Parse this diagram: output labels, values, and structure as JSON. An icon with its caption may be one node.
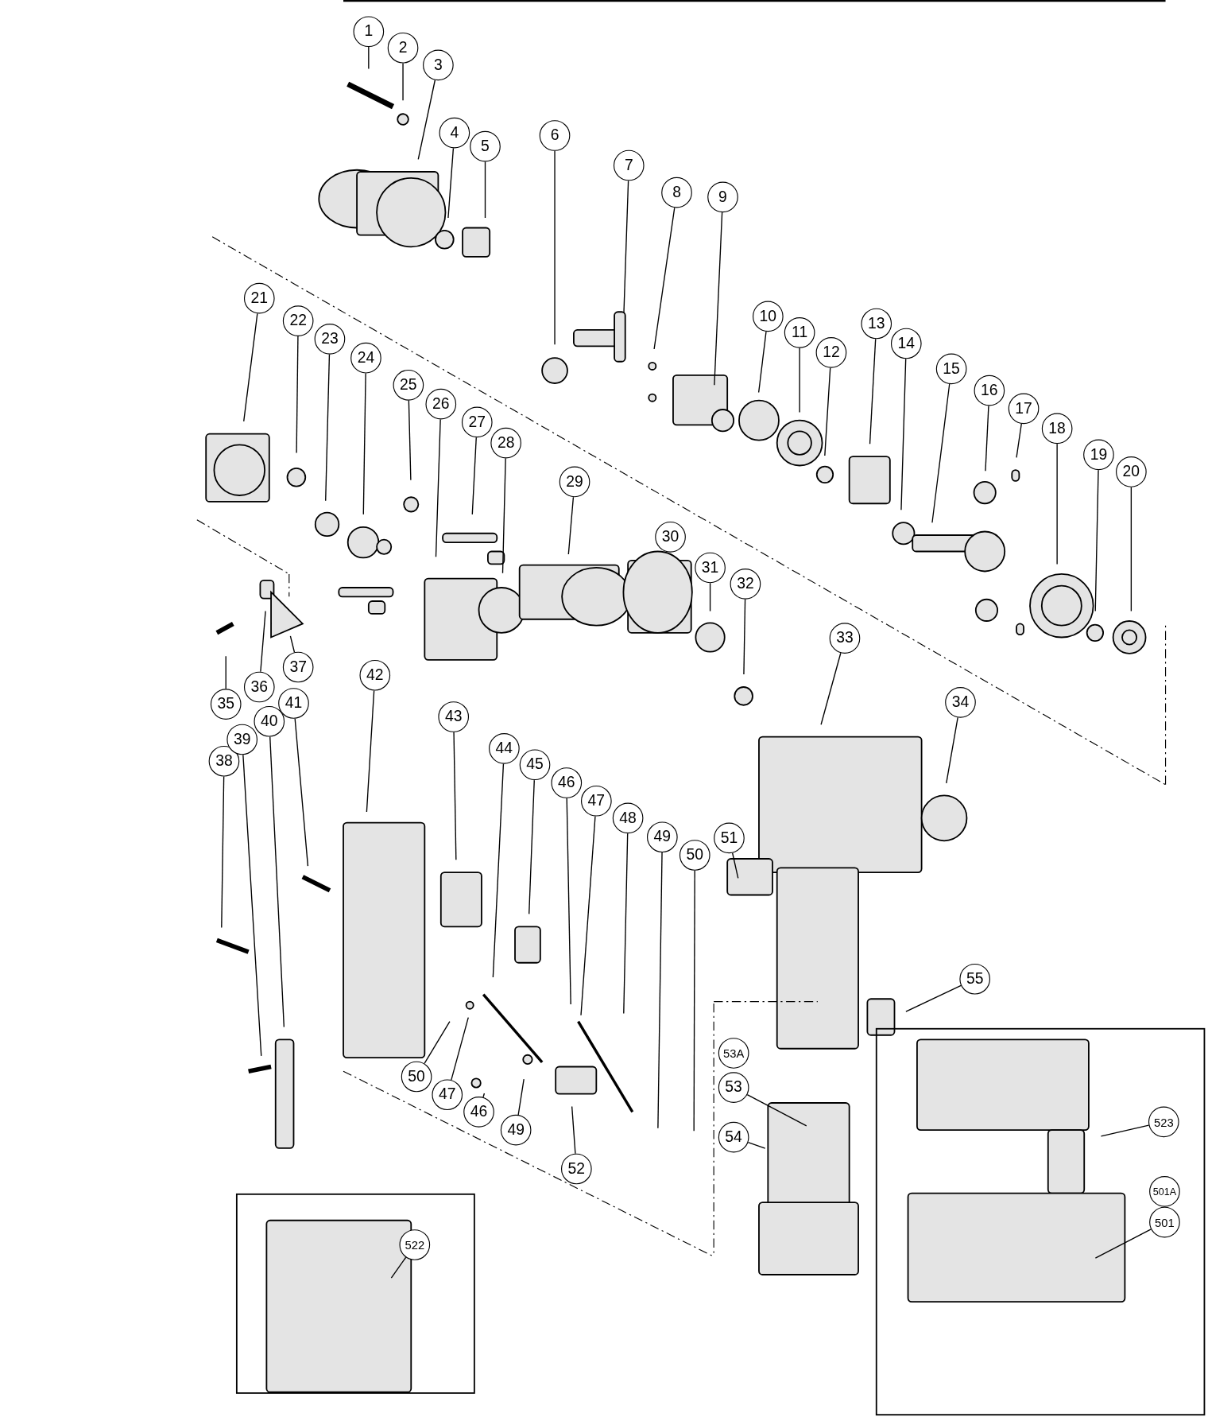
{
  "diagram": {
    "nodes": [
      {
        "text": [
          "1"
        ]
      },
      {
        "text": [
          "2"
        ]
      },
      {
        "text": [
          "3"
        ]
      },
      {
        "text": [
          "4"
        ]
      },
      {
        "text": [
          "5"
        ]
      },
      {
        "text": [
          "6"
        ]
      },
      {
        "text": [
          "7"
        ]
      },
      {
        "text": [
          "8"
        ]
      },
      {
        "text": [
          "9"
        ]
      },
      {
        "text": [
          "10"
        ]
      },
      {
        "text": [
          "11"
        ]
      },
      {
        "text": [
          "12"
        ]
      },
      {
        "text": [
          "13"
        ]
      },
      {
        "text": [
          "14"
        ]
      },
      {
        "text": [
          "15"
        ]
      },
      {
        "text": [
          "16"
        ]
      },
      {
        "text": [
          "17"
        ]
      },
      {
        "text": [
          "18"
        ]
      },
      {
        "text": [
          "19"
        ]
      },
      {
        "text": [
          "20"
        ]
      },
      {
        "text": [
          "21"
        ]
      },
      {
        "text": [
          "22"
        ]
      },
      {
        "text": [
          "23"
        ]
      },
      {
        "text": [
          "24"
        ]
      },
      {
        "text": [
          "25"
        ]
      },
      {
        "text": [
          "26"
        ]
      },
      {
        "text": [
          "27"
        ]
      },
      {
        "text": [
          "28"
        ]
      },
      {
        "text": [
          "29"
        ]
      },
      {
        "text": [
          "30"
        ]
      },
      {
        "text": [
          "31"
        ]
      },
      {
        "text": [
          "32"
        ]
      },
      {
        "text": [
          "33"
        ]
      },
      {
        "text": [
          "34"
        ]
      },
      {
        "text": [
          "35"
        ]
      },
      {
        "text": [
          "36"
        ]
      },
      {
        "text": [
          "37"
        ]
      },
      {
        "text": [
          "38"
        ]
      },
      {
        "text": [
          "39"
        ]
      },
      {
        "text": [
          "40"
        ]
      },
      {
        "text": [
          "41"
        ]
      },
      {
        "text": [
          "42"
        ]
      },
      {
        "text": [
          "43"
        ]
      },
      {
        "text": [
          "44"
        ]
      },
      {
        "text": [
          "45"
        ]
      },
      {
        "text": [
          "46"
        ]
      },
      {
        "text": [
          "47"
        ]
      },
      {
        "text": [
          "48"
        ]
      },
      {
        "text": [
          "49"
        ]
      },
      {
        "text": [
          "50"
        ]
      },
      {
        "text": [
          "51"
        ]
      },
      {
        "text": [
          "50"
        ]
      },
      {
        "text": [
          "47"
        ]
      },
      {
        "text": [
          "46"
        ]
      },
      {
        "text": [
          "49"
        ]
      },
      {
        "text": [
          "52"
        ]
      },
      {
        "text": [
          "53A"
        ]
      },
      {
        "text": [
          "53"
        ]
      },
      {
        "text": [
          "54"
        ]
      },
      {
        "text": [
          "55"
        ]
      },
      {
        "text": [
          "523"
        ]
      },
      {
        "text": [
          "501A"
        ]
      },
      {
        "text": [
          "501"
        ]
      },
      {
        "text": [
          "522"
        ]
      }
    ],
    "edges": [
      {
        "from": 0,
        "to": null,
        "arrow": "none"
      },
      {
        "from": 1,
        "to": null,
        "arrow": "none"
      },
      {
        "from": 2,
        "to": null,
        "arrow": "none"
      },
      {
        "from": 3,
        "to": null,
        "arrow": "none"
      },
      {
        "from": 4,
        "to": null,
        "arrow": "none"
      },
      {
        "from": 5,
        "to": null,
        "arrow": "none"
      },
      {
        "from": 6,
        "to": null,
        "arrow": "none"
      },
      {
        "from": 7,
        "to": null,
        "arrow": "none"
      },
      {
        "from": 8,
        "to": null,
        "arrow": "none"
      },
      {
        "from": 9,
        "to": null,
        "arrow": "none"
      },
      {
        "from": 10,
        "to": null,
        "arrow": "none"
      },
      {
        "from": 11,
        "to": null,
        "arrow": "none"
      },
      {
        "from": 12,
        "to": null,
        "arrow": "none"
      },
      {
        "from": 13,
        "to": null,
        "arrow": "none"
      },
      {
        "from": 14,
        "to": null,
        "arrow": "none"
      },
      {
        "from": 15,
        "to": null,
        "arrow": "none"
      },
      {
        "from": 16,
        "to": null,
        "arrow": "none"
      },
      {
        "from": 17,
        "to": null,
        "arrow": "none"
      },
      {
        "from": 18,
        "to": null,
        "arrow": "none"
      },
      {
        "from": 19,
        "to": null,
        "arrow": "none"
      },
      {
        "from": 20,
        "to": null,
        "arrow": "none"
      },
      {
        "from": 21,
        "to": null,
        "arrow": "none"
      },
      {
        "from": 22,
        "to": null,
        "arrow": "none"
      },
      {
        "from": 23,
        "to": null,
        "arrow": "none"
      },
      {
        "from": 24,
        "to": null,
        "arrow": "none"
      },
      {
        "from": 25,
        "to": null,
        "arrow": "none"
      },
      {
        "from": 26,
        "to": null,
        "arrow": "none"
      },
      {
        "from": 27,
        "to": null,
        "arrow": "none"
      },
      {
        "from": 28,
        "to": null,
        "arrow": "none"
      },
      {
        "from": 29,
        "to": null,
        "arrow": "none"
      },
      {
        "from": 30,
        "to": null,
        "arrow": "none"
      },
      {
        "from": 31,
        "to": null,
        "arrow": "none"
      },
      {
        "from": 32,
        "to": null,
        "arrow": "none"
      },
      {
        "from": 33,
        "to": null,
        "arrow": "none"
      },
      {
        "from": 34,
        "to": null,
        "arrow": "none"
      },
      {
        "from": 35,
        "to": null,
        "arrow": "none"
      },
      {
        "from": 36,
        "to": null,
        "arrow": "none"
      },
      {
        "from": 37,
        "to": null,
        "arrow": "none"
      },
      {
        "from": 38,
        "to": null,
        "arrow": "none"
      },
      {
        "from": 39,
        "to": null,
        "arrow": "none"
      },
      {
        "from": 40,
        "to": null,
        "arrow": "none"
      },
      {
        "from": 41,
        "to": null,
        "arrow": "none"
      },
      {
        "from": 42,
        "to": null,
        "arrow": "none"
      },
      {
        "from": 43,
        "to": null,
        "arrow": "none"
      },
      {
        "from": 44,
        "to": null,
        "arrow": "none"
      },
      {
        "from": 45,
        "to": null,
        "arrow": "none"
      },
      {
        "from": 46,
        "to": null,
        "arrow": "none"
      },
      {
        "from": 47,
        "to": null,
        "arrow": "none"
      },
      {
        "from": 48,
        "to": null,
        "arrow": "none"
      },
      {
        "from": 49,
        "to": null,
        "arrow": "none"
      },
      {
        "from": 50,
        "to": null,
        "arrow": "none"
      },
      {
        "from": 51,
        "to": null,
        "arrow": "none"
      },
      {
        "from": 52,
        "to": null,
        "arrow": "none"
      },
      {
        "from": 53,
        "to": null,
        "arrow": "none"
      },
      {
        "from": 54,
        "to": null,
        "arrow": "none"
      },
      {
        "from": 55,
        "to": null,
        "arrow": "none"
      },
      {
        "from": 57,
        "to": null,
        "arrow": "none"
      },
      {
        "from": 58,
        "to": null,
        "arrow": "none"
      },
      {
        "from": 59,
        "to": null,
        "arrow": "none"
      },
      {
        "from": 60,
        "to": null,
        "arrow": "none"
      },
      {
        "from": 62,
        "to": null,
        "arrow": "none"
      },
      {
        "from": 63,
        "to": null,
        "arrow": "none"
      }
    ]
  }
}
